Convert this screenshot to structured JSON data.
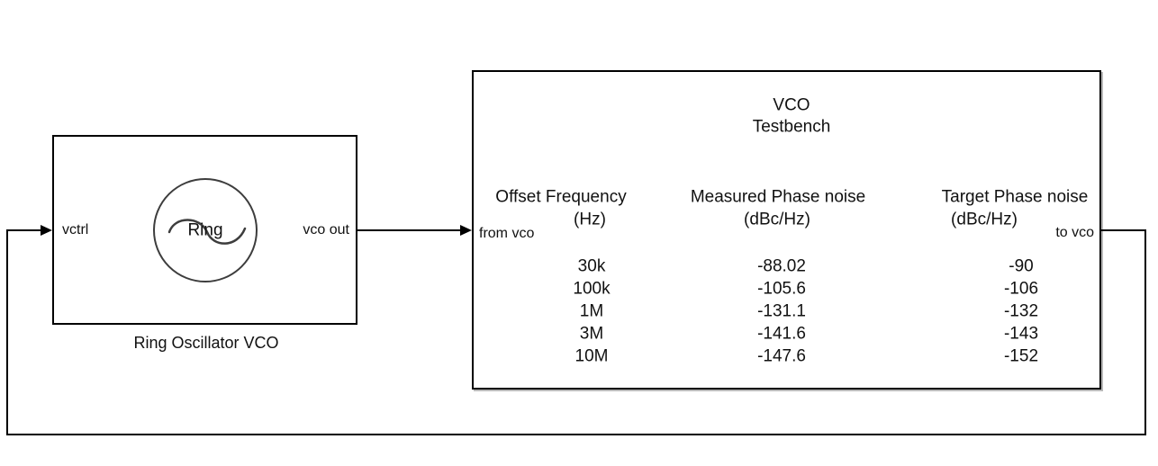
{
  "canvas": {
    "background": "#ffffff",
    "line_color": "#000000",
    "text_color": "#111111"
  },
  "vco_block": {
    "name": "Ring Oscillator VCO",
    "icon_label": "Ring",
    "input_port": "vctrl",
    "output_port": "vco out"
  },
  "testbench": {
    "title_line1": "VCO",
    "title_line2": "Testbench",
    "input_port": "from vco",
    "output_port": "to vco",
    "table": {
      "col1_header": "Offset Frequency",
      "col1_unit": "(Hz)",
      "col2_header": "Measured Phase noise",
      "col2_unit": "(dBc/Hz)",
      "col3_header": "Target Phase noise",
      "col3_unit": "(dBc/Hz)",
      "rows": [
        {
          "offset": "30k",
          "measured": "-88.02",
          "target": "-90"
        },
        {
          "offset": "100k",
          "measured": "-105.6",
          "target": "-106"
        },
        {
          "offset": "1M",
          "measured": "-131.1",
          "target": "-132"
        },
        {
          "offset": "3M",
          "measured": "-141.6",
          "target": "-143"
        },
        {
          "offset": "10M",
          "measured": "-147.6",
          "target": "-152"
        }
      ]
    }
  }
}
